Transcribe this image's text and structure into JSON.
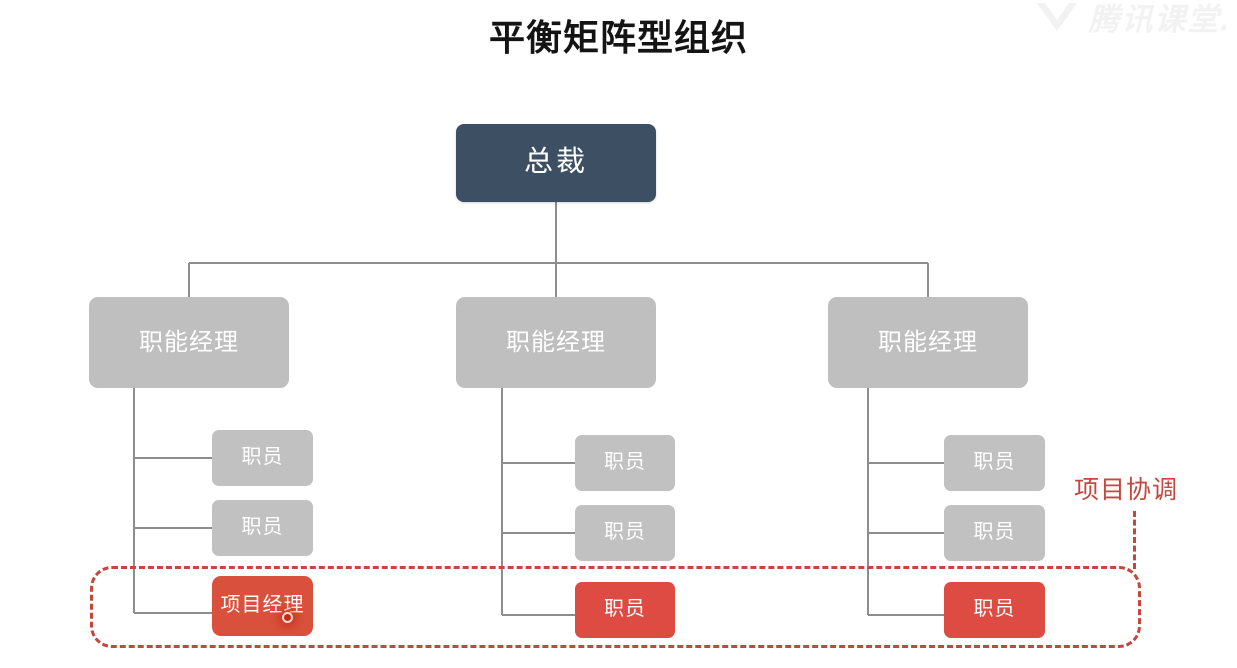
{
  "page": {
    "title": "平衡矩阵型组织",
    "watermark": "腾讯课堂."
  },
  "colors": {
    "ceo_fill": "#3d4f63",
    "manager_fill": "#bfbfbf",
    "staff_fill": "#c1c1c1",
    "red_fill": "#dd4b43",
    "project_manager_fill": "#d9503c",
    "accent_red": "#c4473c",
    "connector_gray": "#8d8d8d",
    "title_color": "#141414",
    "watermark_color": "#f2f2f2"
  },
  "chart_data": {
    "type": "diagram",
    "diagram_kind": "organization-chart",
    "title": "平衡矩阵型组织",
    "root": {
      "label": "总裁",
      "role": "president"
    },
    "columns": [
      {
        "manager": "职能经理",
        "children": [
          "职员",
          "职员",
          "项目经理"
        ],
        "highlighted_child_index": 2,
        "highlighted_child_style": "project-manager"
      },
      {
        "manager": "职能经理",
        "children": [
          "职员",
          "职员",
          "职员"
        ],
        "highlighted_child_index": 2,
        "highlighted_child_style": "staff-red"
      },
      {
        "manager": "职能经理",
        "children": [
          "职员",
          "职员",
          "职员"
        ],
        "highlighted_child_index": 2,
        "highlighted_child_style": "staff-red"
      }
    ],
    "annotation": {
      "label": "项目协调",
      "style": "dashed-red-region",
      "encloses": "bottom row of all three columns"
    }
  },
  "nodes": {
    "ceo": {
      "label": "总裁"
    },
    "managers": [
      {
        "label": "职能经理"
      },
      {
        "label": "职能经理"
      },
      {
        "label": "职能经理"
      }
    ],
    "col1": {
      "staff1": "职员",
      "staff2": "职员",
      "bottom": "项目经理"
    },
    "col2": {
      "staff1": "职员",
      "staff2": "职员",
      "bottom": "职员"
    },
    "col3": {
      "staff1": "职员",
      "staff2": "职员",
      "bottom": "职员"
    }
  },
  "annotation": {
    "coordination_label": "项目协调"
  }
}
